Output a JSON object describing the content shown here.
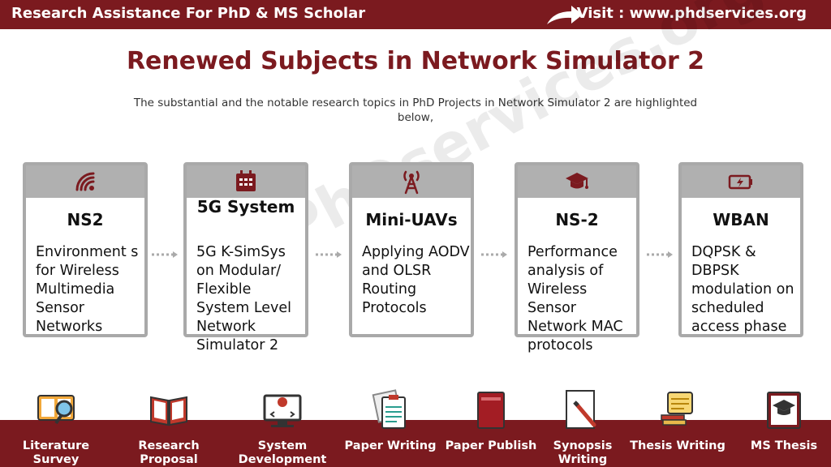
{
  "header": {
    "left": "Research Assistance For PhD & MS Scholar",
    "right": "Visit : www.phdservices.org"
  },
  "title": "Renewed Subjects in Network Simulator 2",
  "subtitle": "The substantial and the notable research topics in PhD Projects in Network Simulator 2 are highlighted below,",
  "watermark": "PhDservices.org",
  "colors": {
    "brand": "#7b1a1f",
    "card_border": "#a9a9a9",
    "card_cap": "#b0b0b0"
  },
  "cards": [
    {
      "title": "NS2",
      "icon": "wifi-icon",
      "body": "Environment s for Wireless Multimedia Sensor Networks"
    },
    {
      "title": "5G System",
      "icon": "grid-calendar-icon",
      "body": "5G K-SimSys on Modular/ Flexible System Level Network Simulator 2"
    },
    {
      "title": "Mini-UAVs",
      "icon": "antenna-tower-icon",
      "body": "Applying AODV and OLSR Routing Protocols"
    },
    {
      "title": "NS-2",
      "icon": "graduation-cap-icon",
      "body": "Performance analysis of Wireless Sensor Network MAC protocols"
    },
    {
      "title": "WBAN",
      "icon": "battery-charging-icon",
      "body": "DQPSK & DBPSK modulation on scheduled access phase"
    }
  ],
  "bottom": [
    {
      "label": "Literature Survey",
      "icon": "magnifier-book-icon"
    },
    {
      "label": "Research Proposal",
      "icon": "open-book-icon"
    },
    {
      "label": "System Development",
      "icon": "computer-code-icon"
    },
    {
      "label": "Paper Writing",
      "icon": "clipboard-icon"
    },
    {
      "label": "Paper Publish",
      "icon": "red-book-icon"
    },
    {
      "label": "Synopsis Writing",
      "icon": "pen-paper-icon"
    },
    {
      "label": "Thesis Writing",
      "icon": "scroll-books-icon"
    },
    {
      "label": "MS Thesis",
      "icon": "grad-screen-icon"
    }
  ]
}
